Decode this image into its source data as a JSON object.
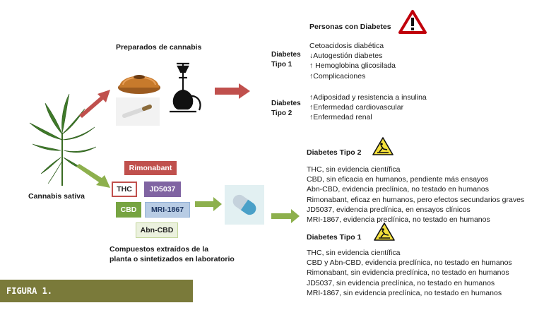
{
  "figure_label": "FIGURA 1.",
  "plant": {
    "label": "Cannabis sativa"
  },
  "preparations": {
    "title": "Preparados de cannabis"
  },
  "compounds": {
    "title_line1": "Compuestos extraídos de la",
    "title_line2": "planta o sintetizados en laboratorio",
    "items": {
      "rimonabant": "Rimonabant",
      "thc": "THC",
      "jd5037": "JD5037",
      "cbd": "CBD",
      "mri1867": "MRI-1867",
      "abn_cbd": "Abn-CBD"
    },
    "colors": {
      "rimonabant": "#c0504d",
      "thc_border": "#c0504d",
      "jd5037": "#8064a2",
      "cbd": "#77a442",
      "mri1867": "#b8cce4",
      "abn_cbd": "#ebf1de"
    }
  },
  "risks": {
    "title": "Personas con Diabetes",
    "type1_label": "Diabetes\nTipo 1",
    "type1_items": [
      "Cetoacidosis diabética",
      "↓Autogestión diabetes",
      "↑ Hemoglobina glicosilada",
      "↑Complicaciones"
    ],
    "type2_label": "Diabetes\nTipo 2",
    "type2_items": [
      "↑Adiposidad y resistencia a insulina",
      "↑Enfermedad cardiovascular",
      "↑Enfermedad renal"
    ]
  },
  "evidence_type2": {
    "title": "Diabetes Tipo 2",
    "items": [
      "THC, sin evidencia científica",
      "CBD, sin eficacia en humanos, pendiente más ensayos",
      "Abn-CBD, evidencia preclínica, no testado en humanos",
      "Rimonabant, eficaz en humanos,  pero efectos secundarios graves",
      "JD5037, evidencia preclínica, en ensayos clínicos",
      "MRI-1867, evidencia preclínica, no testado en humanos"
    ]
  },
  "evidence_type1": {
    "title": "Diabetes Tipo 1",
    "items": [
      "THC, sin evidencia científica",
      "CBD y Abn-CBD, evidencia preclínica, no testado en humanos",
      "Rimonabant, sin evidencia preclínica, no testado en humanos",
      "JD5037, sin evidencia preclínica, no testado en humanos",
      "MRI-1867,  sin evidencia preclínica, no testado en humanos"
    ]
  },
  "icons": [
    "warning-icon",
    "caution-slippery-icon",
    "cannabis-leaf-icon",
    "cake-icon",
    "hookah-icon",
    "joint-icon",
    "pill-capsule-icon"
  ]
}
